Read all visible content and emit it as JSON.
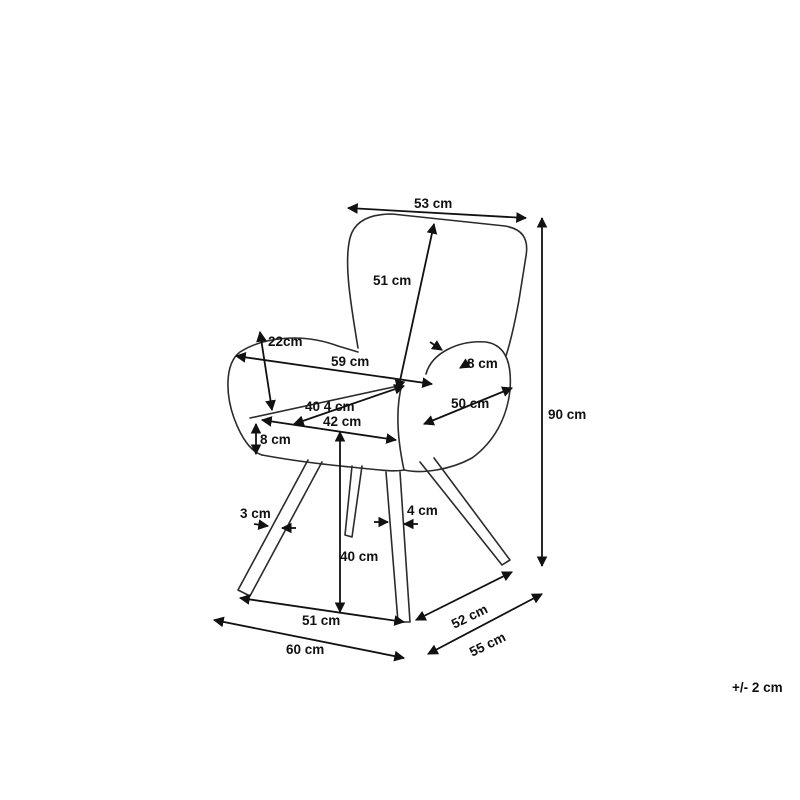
{
  "labels": {
    "back_width": "53 cm",
    "back_height": "51 cm",
    "armrest_height": "22cm",
    "seat_width": "59 cm",
    "arm_width_small": "8 cm",
    "arm_depth": "50 cm",
    "seat_diag": "40 4 cm",
    "seat_depth": "42 cm",
    "seat_thickness": "8 cm",
    "total_height": "90 cm",
    "leg_front_thickness": "3 cm",
    "leg_side_thickness": "4 cm",
    "seat_height": "40 cm",
    "base_width": "51 cm",
    "base_depth": "52 cm",
    "total_width": "60 cm",
    "total_depth": "55 cm",
    "tolerance": "+/- 2 cm"
  }
}
